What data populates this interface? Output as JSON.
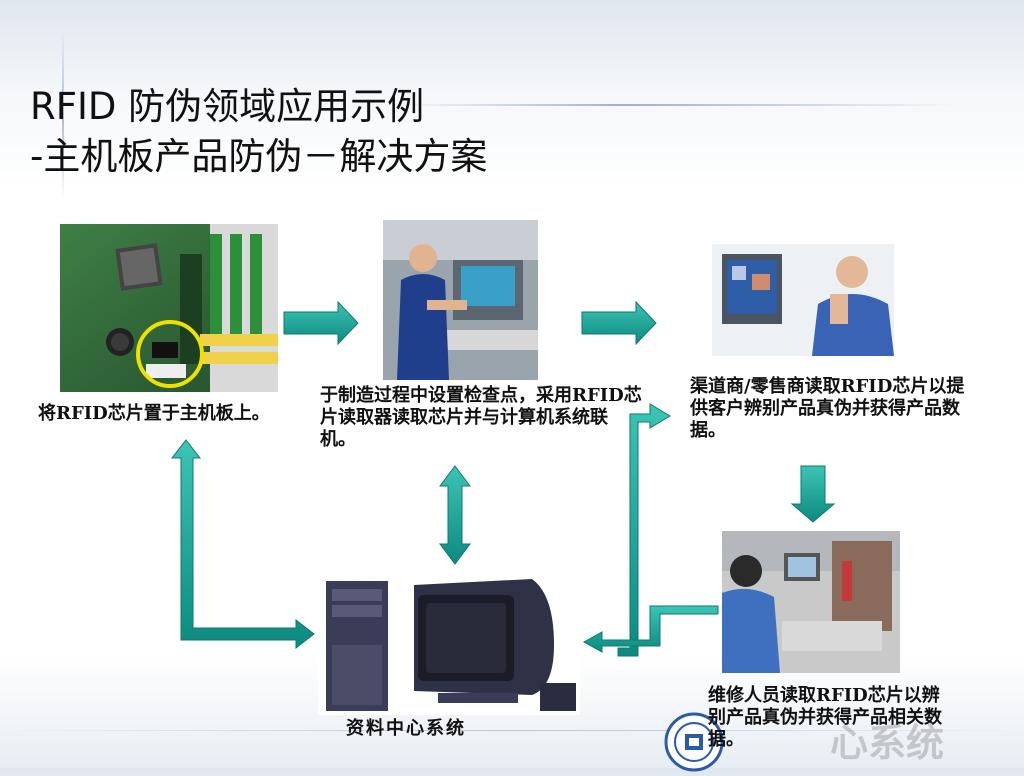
{
  "slide": {
    "title_line1": "RFID 防伪领域应用示例",
    "title_line2": "-主机板产品防伪－解决方案"
  },
  "captions": {
    "step1": "将RFID芯片置于主机板上。",
    "step2": "于制造过程中设置检查点，采用RFID芯片读取器读取芯片并与计算机系统联机。",
    "step3": "渠道商/零售商读取RFID芯片以提供客户辨别产品真伪并获得产品数据。",
    "step4": "维修人员读取RFID芯片以辨别产品真伪并获得产品相关数据。",
    "data_center": "资料中心系统"
  },
  "watermark": {
    "text": "心系统"
  },
  "colors": {
    "arrow": "#1aa79a",
    "arrow_dark": "#0d7a72",
    "highlight": "#f0e000"
  }
}
